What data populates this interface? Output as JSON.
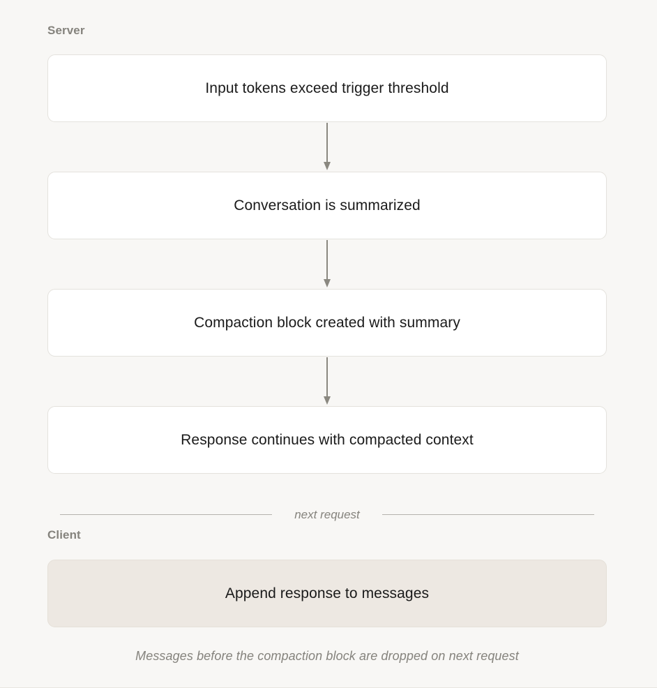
{
  "diagram": {
    "type": "flowchart",
    "background_color": "#f8f7f5",
    "sections": [
      {
        "id": "server",
        "label": "Server"
      },
      {
        "id": "client",
        "label": "Client"
      }
    ],
    "nodes": [
      {
        "id": "node-1",
        "label": "Input tokens exceed trigger threshold",
        "section": "server",
        "style": "plain",
        "fill": "#ffffff",
        "border": "#e4e2dd"
      },
      {
        "id": "node-2",
        "label": "Conversation is summarized",
        "section": "server",
        "style": "plain",
        "fill": "#ffffff",
        "border": "#e4e2dd"
      },
      {
        "id": "node-3",
        "label": "Compaction block created with summary",
        "section": "server",
        "style": "plain",
        "fill": "#ffffff",
        "border": "#e4e2dd"
      },
      {
        "id": "node-4",
        "label": "Response continues with compacted context",
        "section": "server",
        "style": "plain",
        "fill": "#ffffff",
        "border": "#e4e2dd"
      },
      {
        "id": "node-5",
        "label": "Append response to messages",
        "section": "client",
        "style": "accent",
        "fill": "#ede8e2",
        "border": "#e5e0d8"
      }
    ],
    "connectors": [
      {
        "id": "arrow-1",
        "from": "node-1",
        "to": "node-2",
        "shape": "down-arrow",
        "color": "#8a8880"
      },
      {
        "id": "arrow-2",
        "from": "node-2",
        "to": "node-3",
        "shape": "down-arrow",
        "color": "#8a8880"
      },
      {
        "id": "arrow-3",
        "from": "node-3",
        "to": "node-4",
        "shape": "down-arrow",
        "color": "#8a8880"
      }
    ],
    "divider": {
      "label": "next request",
      "line_color": "#b4b2ac"
    },
    "caption": "Messages before the compaction block are dropped on next request"
  }
}
